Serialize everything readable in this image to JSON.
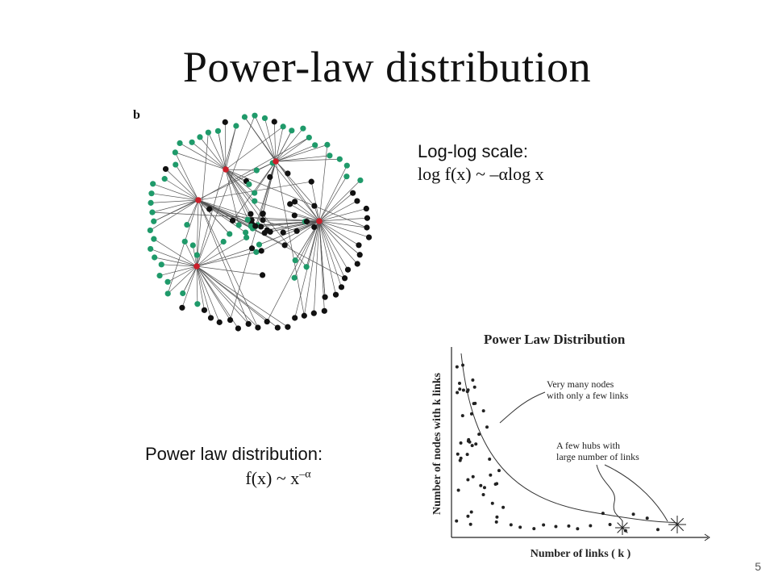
{
  "slide": {
    "title": "Power-law distribution",
    "page_number": "5",
    "network_panel_letter": "b"
  },
  "loglog": {
    "label": "Log-log scale:",
    "formula": "log f(x) ~ –αlog x"
  },
  "power_law": {
    "label": "Power law distribution:",
    "formula_base": "f(x) ~ x",
    "formula_exp": "–α"
  },
  "plot": {
    "title": "Power Law Distribution",
    "xlabel": "Number of links ( k )",
    "ylabel": "Number of nodes with k links",
    "annotation_many": [
      "Very many nodes",
      "with only a few links"
    ],
    "annotation_hubs": [
      "A few hubs with",
      "large number of links"
    ]
  },
  "colors": {
    "hub": "#cc1f2a",
    "green_node": "#1f9a6a",
    "black_node": "#111111",
    "edge": "#555555"
  }
}
